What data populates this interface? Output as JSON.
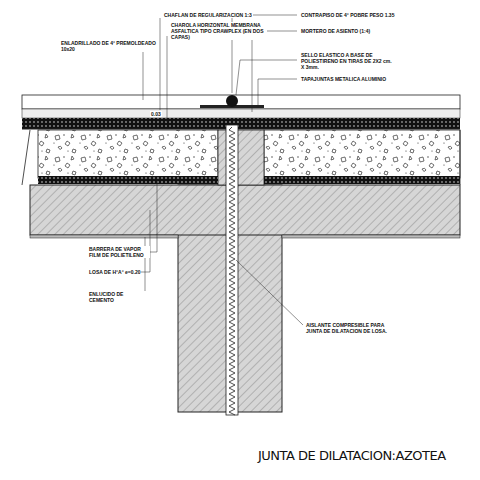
{
  "diagram": {
    "title": "JUNTA DE DILATACION:AZOTEA",
    "labels": [
      "CHAFLAN DE REGULARIZACION 1:3",
      "CHAROLA HORIZONTAL MEMBRANA ASFALTICA TIPO CRAWPLEX (EN DOS CAPAS)",
      "ENLADRILLADO DE 4° PREMOLDEADO 10x20",
      "CONTRAPISO DE 4° POBRE PESO 1.35",
      "MORTERO DE ASIENTO (1:4)",
      "SELLO ELASTICO A BASE DE POLIESTIRENO EN TIRAS DE 2X2 cm. X 3mm.",
      "TAPAJUNTAS METALICA ALUMINIO",
      "0.03",
      "BARRERA DE VAPOR FILM DE POLIETILENO",
      "LOSA DE H°A° e=0.20",
      "ENLUCIDO DE CEMENTO",
      "AISLANTE COMPRESIBLE PARA JUNTA DE DILATACION DE LOSA."
    ]
  }
}
